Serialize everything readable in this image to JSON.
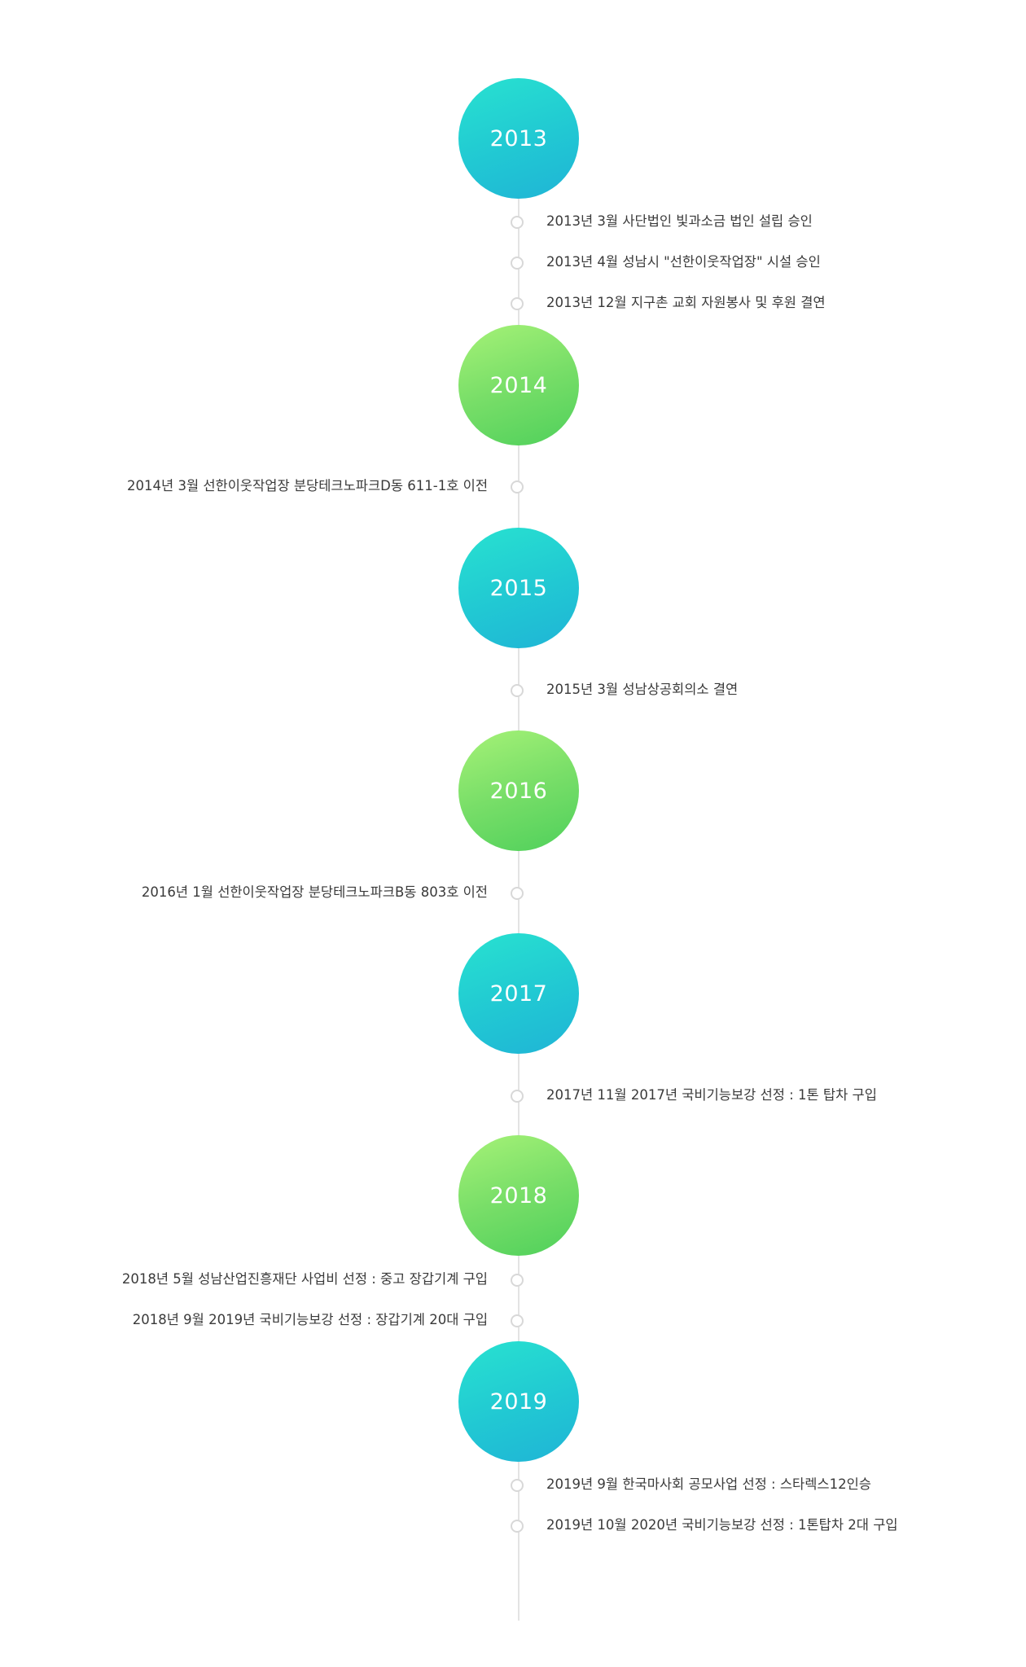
{
  "timeline": [
    {
      "year": "2013",
      "color": "teal",
      "side": "right",
      "events": [
        "2013년 3월 사단법인 빛과소금 법인 설립 승인",
        "2013년 4월 성남시 \"선한이웃작업장\" 시설 승인",
        "2013년 12월 지구촌 교회 자원봉사 및 후원 결연"
      ]
    },
    {
      "year": "2014",
      "color": "green",
      "side": "left",
      "events": [
        "2014년 3월 선한이웃작업장 분당테크노파크D동 611-1호 이전"
      ]
    },
    {
      "year": "2015",
      "color": "teal",
      "side": "right",
      "events": [
        "2015년 3월 성남상공회의소 결연"
      ]
    },
    {
      "year": "2016",
      "color": "green",
      "side": "left",
      "events": [
        "2016년 1월 선한이웃작업장 분당테크노파크B동 803호 이전"
      ]
    },
    {
      "year": "2017",
      "color": "teal",
      "side": "right",
      "events": [
        "2017년 11월 2017년 국비기능보강 선정 : 1톤 탑차 구입"
      ]
    },
    {
      "year": "2018",
      "color": "green",
      "side": "left",
      "events": [
        "2018년 5월 성남산업진흥재단 사업비 선정 : 중고 장갑기계 구입",
        "2018년 9월 2019년 국비기능보강 선정 : 장갑기계 20대 구입"
      ]
    },
    {
      "year": "2019",
      "color": "teal",
      "side": "right",
      "events": [
        "2019년 9월 한국마사회 공모사업 선정 : 스타렉스12인승",
        "2019년 10월 2020년 국비기능보강 선정 : 1톤탑차 2대 구입"
      ]
    }
  ],
  "colors": {
    "teal": "#22c9d3",
    "green": "#6ddb63",
    "line": "#e3e3e3",
    "dot_border": "#d8d8d8",
    "text": "#3a3a3a"
  }
}
